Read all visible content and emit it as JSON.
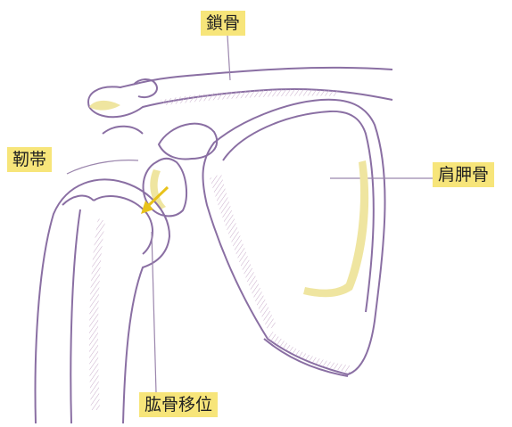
{
  "labels": {
    "clavicle": "鎖骨",
    "ligament": "靭帯",
    "scapula": "肩胛骨",
    "humerus_displacement": "肱骨移位"
  },
  "colors": {
    "bone_outline": "#8a6fa3",
    "hatching": "#c4a7c7",
    "highlight": "#efe5a0",
    "label_background": "#f7e57a",
    "arrow": "#e8c21b",
    "leader_line": "#9b86ad"
  },
  "icons": {
    "arrow": "displacement-arrow-icon"
  }
}
